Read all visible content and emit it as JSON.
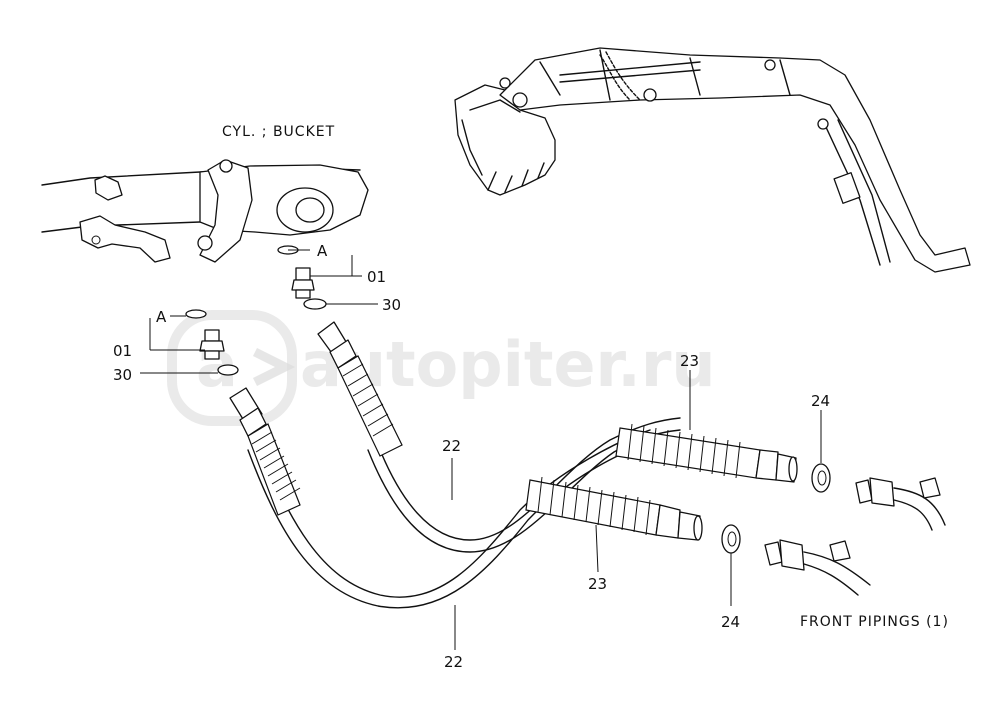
{
  "captions": {
    "cylinder": "CYL. ; BUCKET",
    "section": "FRONT PIPINGS (1)"
  },
  "callouts": {
    "ref_a": "A",
    "part_01": "01",
    "part_30": "30",
    "part_22": "22",
    "part_23": "23",
    "part_24": "24"
  },
  "watermark": {
    "text": "autopiter.ru"
  }
}
